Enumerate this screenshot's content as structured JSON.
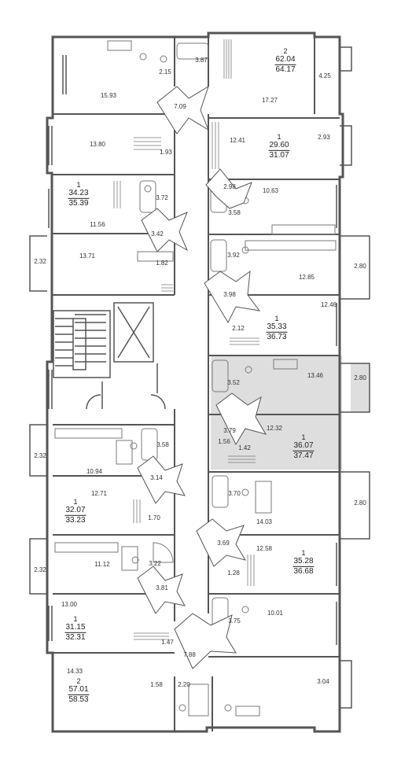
{
  "colors": {
    "wall": "#555555",
    "highlight": "#dedede",
    "fixture": "#7a7a7a"
  },
  "apartments": [
    {
      "rooms": "2",
      "area": "62.04",
      "total": "64.17"
    },
    {
      "rooms": "1",
      "area": "29.60",
      "total": "31.07"
    },
    {
      "rooms": "1",
      "area": "34.23",
      "total": "35.39"
    },
    {
      "rooms": "1",
      "area": "35.33",
      "total": "36.73"
    },
    {
      "rooms": "1",
      "area": "36.07",
      "total": "37.47"
    },
    {
      "rooms": "1",
      "area": "32.07",
      "total": "33.23"
    },
    {
      "rooms": "1",
      "area": "35.28",
      "total": "36.68"
    },
    {
      "rooms": "1",
      "area": "31.15",
      "total": "32.31"
    },
    {
      "rooms": "2",
      "area": "57.01",
      "total": "58.53"
    }
  ],
  "room_labels": [
    "3.87",
    "2.15",
    "15.93",
    "7.09",
    "17.27",
    "4.25",
    "13.80",
    "1.93",
    "12.41",
    "2.93",
    "3.72",
    "11.56",
    "3.42",
    "2.98",
    "10.63",
    "3.58",
    "2.32",
    "13.71",
    "1.82",
    "3.92",
    "12.85",
    "2.80",
    "3.98",
    "12.46",
    "2.12",
    "13.46",
    "2.80",
    "3.52",
    "3.79",
    "12.32",
    "1.56",
    "1.42",
    "3.58",
    "2.32",
    "10.94",
    "3.14",
    "12.71",
    "1.70",
    "3.70",
    "2.80",
    "14.03",
    "3.69",
    "12.58",
    "1.28",
    "11.12",
    "3.22",
    "2.32",
    "3.81",
    "13.00",
    "3.75",
    "10.01",
    "1.47",
    "7.88",
    "14.33",
    "1.58",
    "2.20",
    "3.04"
  ]
}
